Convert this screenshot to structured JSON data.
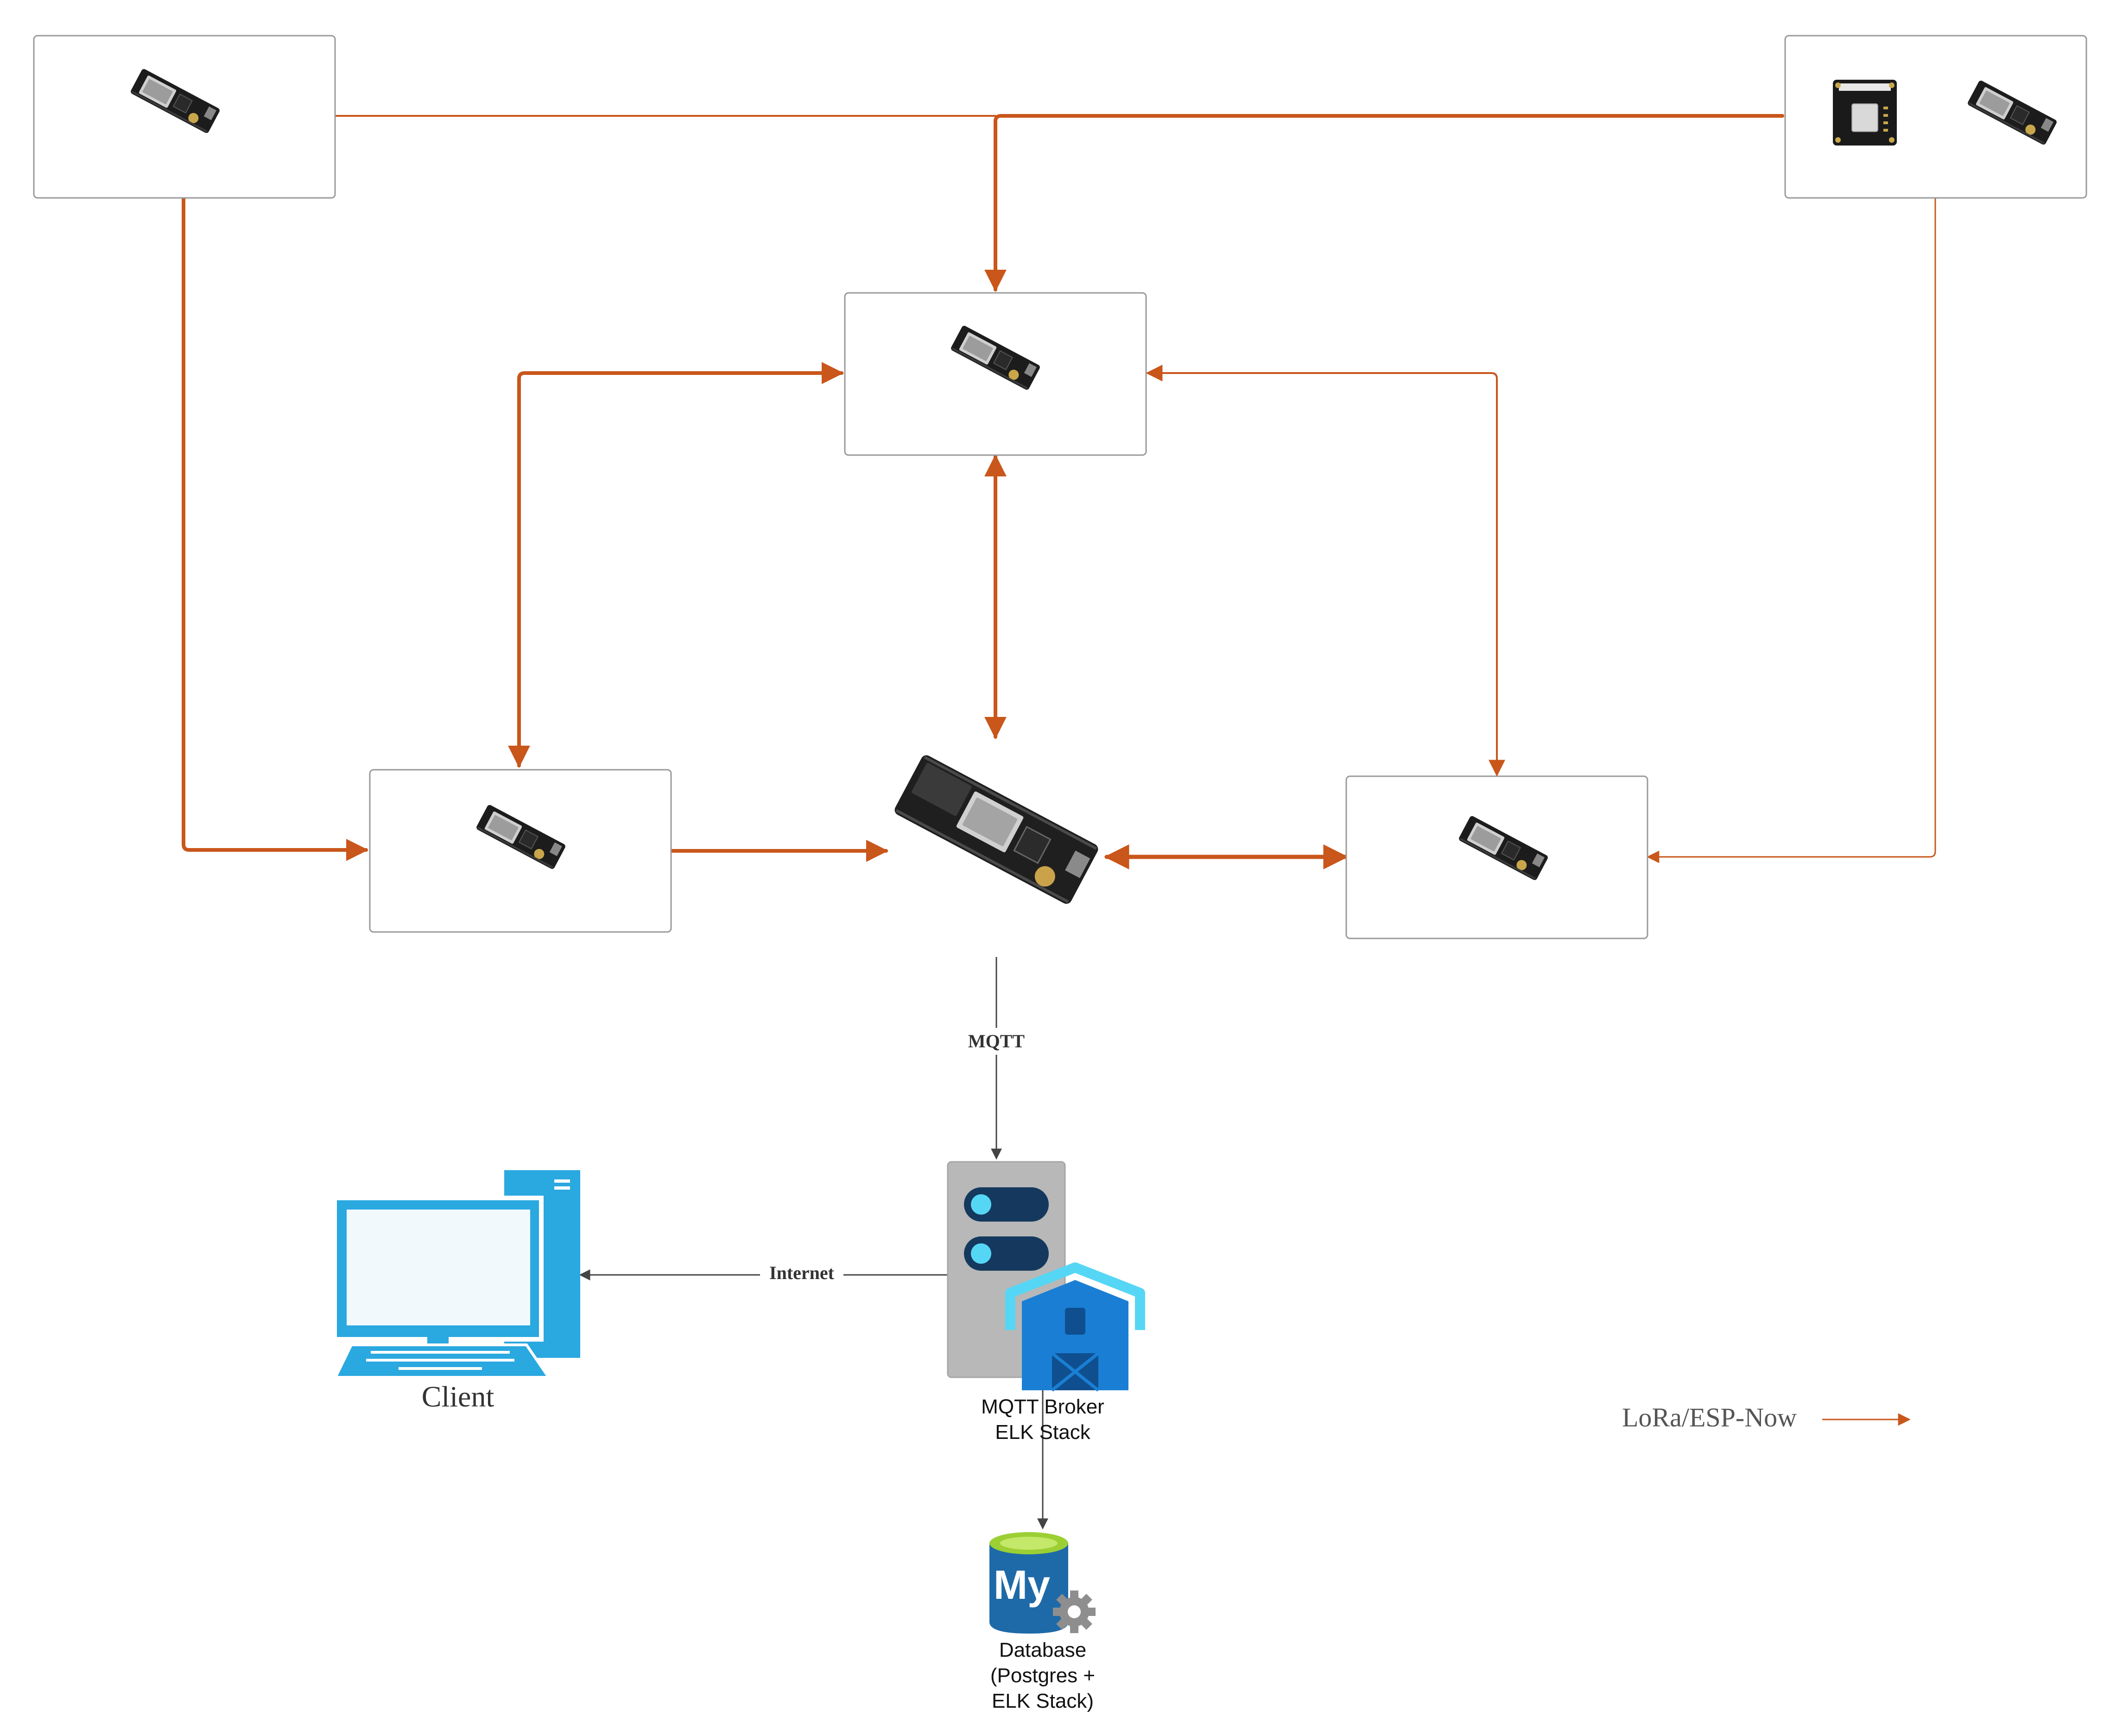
{
  "colors": {
    "link": "#c9561a",
    "wire": "#444444",
    "node_border": "#9a9a9a",
    "client_blue": "#2aa8e0",
    "server_gray": "#b8b8b8",
    "server_slot": "#15395e",
    "server_led": "#56d6f5",
    "barn_blue": "#1a7fd4",
    "db_blue": "#1e6aa8",
    "db_green": "#9ccf34"
  },
  "icons": {
    "board": "lora-esp32-board-icon",
    "sensor": "air-quality-sensor-icon",
    "gateway": "lora-gateway-board-icon",
    "client": "desktop-computer-icon",
    "server": "server-icon",
    "barn": "barn-icon",
    "database": "mysql-database-icon"
  },
  "links": {
    "mqtt_label": "MQTT",
    "internet_label": "Internet"
  },
  "server": {
    "line1": "MQTT Broker",
    "line2": "ELK Stack"
  },
  "database": {
    "line1": "Database",
    "line2": "(Postgres +",
    "line3": "ELK Stack)",
    "logo_text": "My"
  },
  "client": {
    "label": "Client"
  },
  "legend": {
    "label": "LoRa/ESP-Now"
  }
}
